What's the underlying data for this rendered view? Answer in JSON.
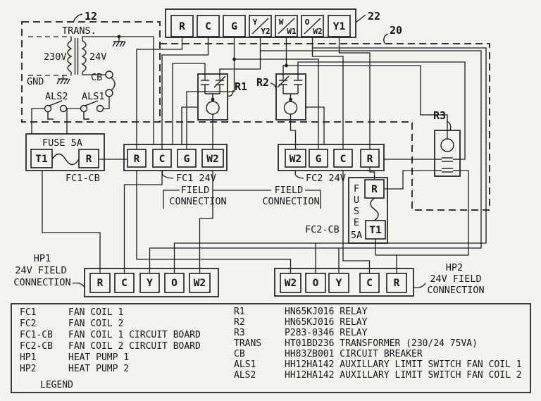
{
  "figure_refs": {
    "strip": "22",
    "unit": "20",
    "trans_box": "12"
  },
  "top_strip": {
    "terminals": [
      {
        "t": "R"
      },
      {
        "t": "C"
      },
      {
        "t": "G"
      },
      {
        "t": "Y",
        "b": "Y2"
      },
      {
        "t": "W",
        "b": "W1"
      },
      {
        "t": "O",
        "b": "W2"
      },
      {
        "t": "Y1"
      }
    ]
  },
  "transformer": {
    "title": "TRANS.",
    "primary": "230V",
    "secondary": "24V",
    "gnd": "GND",
    "cb": "CB",
    "als1": "ALS1",
    "als2": "ALS2"
  },
  "fc1_cb": {
    "title": "FUSE 5A",
    "t1": "T1",
    "r": "R",
    "name": "FC1-CB"
  },
  "fc1_strip": {
    "terminals": [
      "R",
      "C",
      "G",
      "W2"
    ],
    "name": "FC1 24V",
    "field": "FIELD",
    "connection": "CONNECTION"
  },
  "fc2_strip": {
    "terminals": [
      "W2",
      "G",
      "C",
      "R"
    ],
    "name": "FC2 24V",
    "field": "FIELD",
    "connection": "CONNECTION"
  },
  "fc2_cb": {
    "letters": [
      "F",
      "U",
      "S",
      "E"
    ],
    "amps": "5A",
    "r": "R",
    "t1": "T1",
    "name": "FC2-CB"
  },
  "relays": {
    "r1": "R1",
    "r2": "R2",
    "r3": "R3"
  },
  "hp1": {
    "terminals": [
      "R",
      "C",
      "Y",
      "O",
      "W2"
    ],
    "label": [
      "HP1",
      "24V FIELD",
      "CONNECTION"
    ]
  },
  "hp2": {
    "terminals": [
      "W2",
      "O",
      "Y",
      "C",
      "R"
    ],
    "label": [
      "HP2",
      "24V FIELD",
      "CONNECTION"
    ]
  },
  "legend": {
    "title": "LEGEND",
    "left": [
      {
        "term": "FC1",
        "def": "FAN COIL 1"
      },
      {
        "term": "FC2",
        "def": "FAN COIL 2"
      },
      {
        "term": "FC1-CB",
        "def": "FAN COIL 1 CIRCUIT BOARD"
      },
      {
        "term": "FC2-CB",
        "def": "FAN COIL 2 CIRCUIT BOARD"
      },
      {
        "term": "HP1",
        "def": "HEAT PUMP 1"
      },
      {
        "term": "HP2",
        "def": "HEAT PUMP 2"
      }
    ],
    "right": [
      {
        "term": "R1",
        "def": "HN65KJ016 RELAY"
      },
      {
        "term": "R2",
        "def": "HN65KJ016 RELAY"
      },
      {
        "term": "R3",
        "def": "P283-0346 RELAY"
      },
      {
        "term": "TRANS",
        "def": "HT01BD236 TRANSFORMER (230/24 75VA)"
      },
      {
        "term": "CB",
        "def": "HH83ZB001 CIRCUIT BREAKER"
      },
      {
        "term": "ALS1",
        "def": "HH12HA142 AUXILLARY LIMIT SWITCH FAN COIL 1"
      },
      {
        "term": "ALS2",
        "def": "HH12HA142 AUXILLARY LIMIT SWITCH FAN COIL 2"
      }
    ]
  }
}
